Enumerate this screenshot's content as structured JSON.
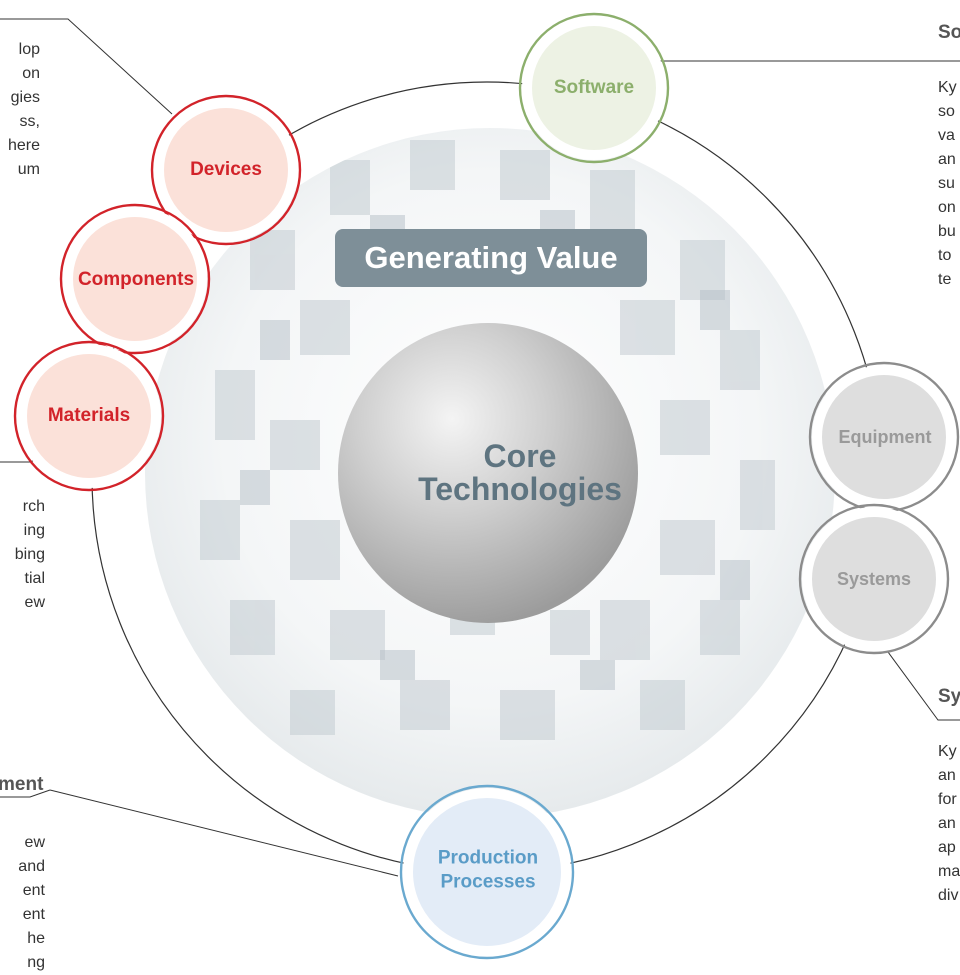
{
  "center": {
    "banner": "Generating Value",
    "core_line1": "Core",
    "core_line2": "Technologies"
  },
  "nodes": {
    "software": "Software",
    "devices": "Devices",
    "components": "Components",
    "materials": "Materials",
    "equipment": "Equipment",
    "systems": "Systems",
    "production_line1": "Production",
    "production_line2": "Processes"
  },
  "colors": {
    "red": "#d2232a",
    "red_fill": "#fbe1d9",
    "green": "#8caf6c",
    "green_fill": "#edf2e4",
    "gray": "#8c8c8c",
    "gray_fill": "#dedede",
    "blue": "#6aa9cf",
    "blue_fill": "#e3ecf7",
    "text_gray": "#9a9a9a",
    "blue_text": "#5a9cc7",
    "banner": "#7e8f98"
  },
  "left_top_text": [
    "lop",
    "on",
    "gies",
    "ss,",
    "here",
    "um"
  ],
  "left_mid_text": [
    "rch",
    "ing",
    "bing",
    "tial",
    "ew"
  ],
  "left_bottom": {
    "heading": "ment",
    "lines": [
      "ew",
      "and",
      "ent",
      "ent",
      "he",
      "ng"
    ]
  },
  "right_top": {
    "heading": "So",
    "lines": [
      "Ky",
      "so",
      "va",
      "an",
      "su",
      "on",
      "bu",
      "to",
      "te"
    ]
  },
  "right_bottom": {
    "heading": "Sy",
    "lines": [
      "Ky",
      "an",
      "for",
      "an",
      "ap",
      "ma",
      "div"
    ]
  }
}
